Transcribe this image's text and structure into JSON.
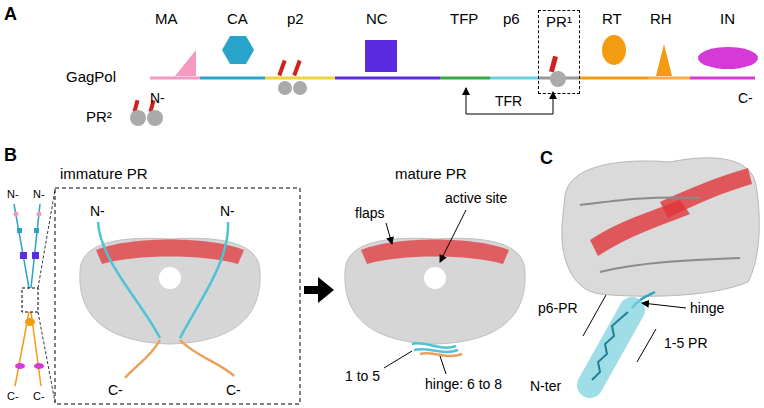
{
  "diagram": {
    "nodes": [
      {
        "text": [
          "PR¹"
        ]
      }
    ],
    "labels": [
      "A",
      "MA",
      "CA",
      "p2",
      "NC",
      "TFP",
      "p6",
      "RT",
      "RH",
      "IN",
      "GagPol",
      "N-",
      "C-",
      "TFR",
      "PR²",
      "B",
      "immature PR",
      "N-",
      "N-",
      "N-",
      "N-",
      "C-",
      "C-",
      "C-",
      "C-",
      "mature PR",
      "flaps",
      "active site",
      "1 to 5",
      "hinge: 6 to 8",
      "C",
      "p6-PR",
      "hinge",
      "1-5 PR",
      "N-ter"
    ]
  }
}
